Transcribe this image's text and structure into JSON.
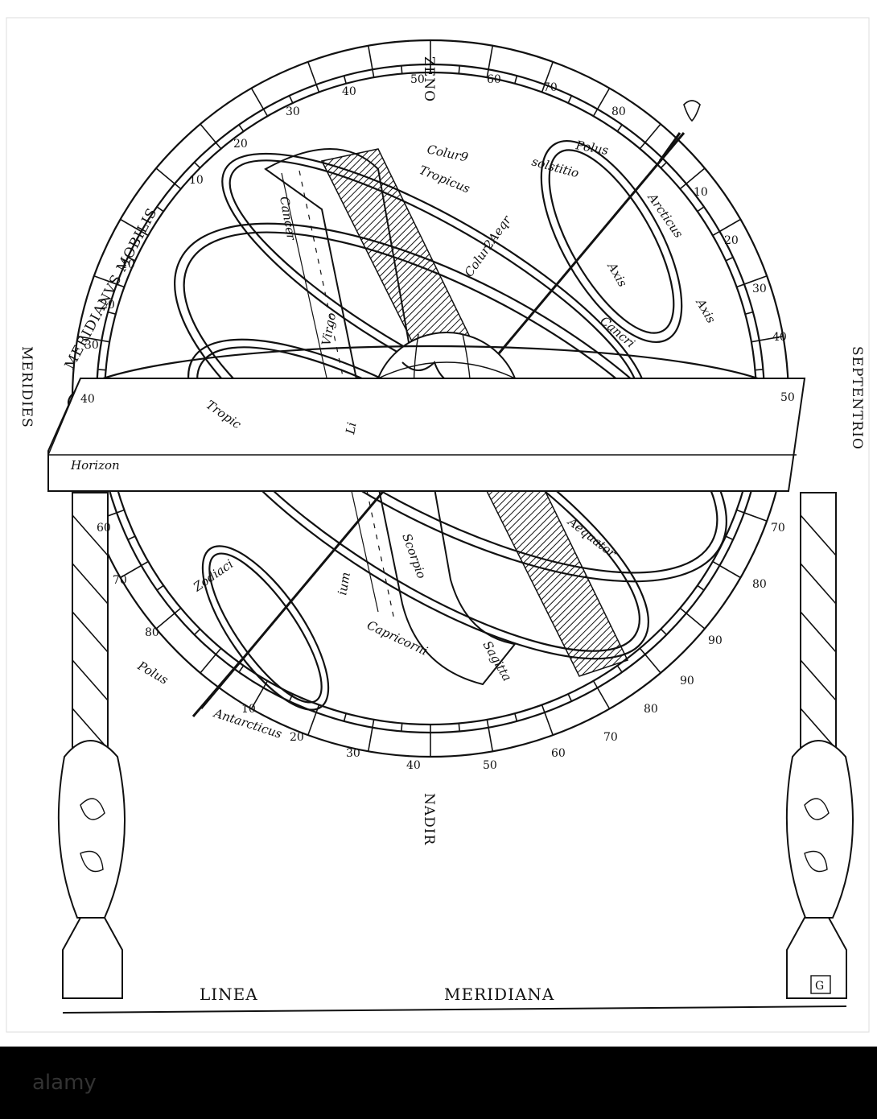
{
  "labels": {
    "zenith": "ZENO",
    "nadir": "NADIR",
    "meridies": "MERIDIES",
    "septentrio": "SEPTENTRIO",
    "meridianus_mobilis": "MERIDIANVS MOBILIS",
    "horizon": "Horizon",
    "linea": "LINEA",
    "meridiana": "MERIDIANA",
    "colurus": "Colur9",
    "solstitio": "solstitio",
    "tropicus": "Tropicus",
    "colur_aeq": "Colur2Aeqr",
    "polus_top": "Polus",
    "arcticus": "Arcticus",
    "axis1": "Axis",
    "axis2": "Axis",
    "cancer": "Cancer",
    "cancri": "Cancri",
    "virgo": "Virgo",
    "libra": "Li",
    "tropic_low": "Tropic",
    "aequator": "Aequator",
    "zodiaci": "Zodiaci",
    "signum": "ium",
    "capricorni": "Capricorni",
    "scorpio": "Scorpio",
    "sagitta": "Sagitta",
    "polus_bottom": "Polus",
    "antarcticus": "Antarcticus",
    "plate_mark": "G"
  },
  "scale": {
    "upper_right": [
      "50",
      "60",
      "70",
      "80"
    ],
    "upper_left": [
      "40",
      "30",
      "20",
      "10"
    ],
    "right_side": [
      "10",
      "20",
      "30",
      "40",
      "50"
    ],
    "right_lower": [
      "70",
      "80",
      "90"
    ],
    "left_side": [
      "10",
      "20",
      "30",
      "40"
    ],
    "left_lower": [
      "60",
      "70",
      "80"
    ],
    "bottom_left": [
      "10",
      "20",
      "30",
      "40"
    ],
    "bottom_right": [
      "50",
      "60",
      "70",
      "80",
      "90"
    ]
  },
  "watermark": "alamy"
}
